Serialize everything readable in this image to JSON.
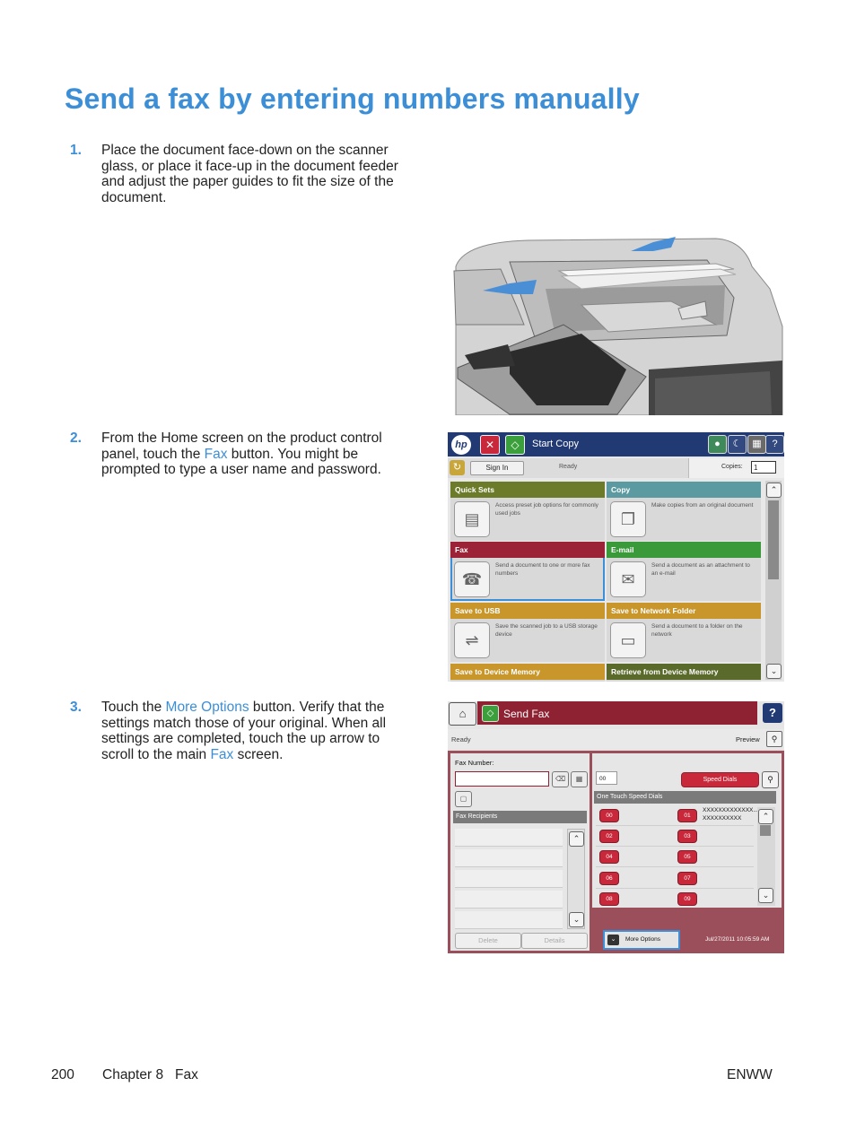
{
  "page": {
    "title": "Send a fax by entering numbers manually",
    "footer_left": "200",
    "footer_chapter": "Chapter 8   Fax",
    "footer_right": "ENWW"
  },
  "steps": [
    {
      "number": "1.",
      "text": "Place the document face-down on the scanner glass, or place it face-up in the document feeder and adjust the paper guides to fit the size of the document."
    },
    {
      "number": "2.",
      "pre": "From the Home screen on the product control panel, touch the ",
      "link": "Fax",
      "post": " button. You might be prompted to type a user name and password."
    },
    {
      "number": "3.",
      "pre": "Touch the ",
      "link": "More Options",
      "mid": " button. Verify that the settings match those of your original. When all settings are completed, touch the up arrow to scroll to the main ",
      "link2": "Fax",
      "post": " screen."
    }
  ],
  "home_screen": {
    "logo": "hp",
    "start_label": "Start Copy",
    "sign_in": "Sign In",
    "status": "Ready",
    "copies_label": "Copies:",
    "copies_value": "1",
    "tiles": [
      {
        "title": "Quick Sets",
        "desc": "Access preset job options for commonly used jobs",
        "color": "#6b7b2a",
        "icon": "quicksets-icon"
      },
      {
        "title": "Copy",
        "desc": "Make copies from an original document",
        "color": "#5a9aa0",
        "icon": "copy-icon"
      },
      {
        "title": "Fax",
        "desc": "Send a document to one or more fax numbers",
        "color": "#9c2237",
        "icon": "fax-icon"
      },
      {
        "title": "E-mail",
        "desc": "Send a document as an attachment to an e-mail",
        "color": "#3a9a3a",
        "icon": "email-icon"
      },
      {
        "title": "Save to USB",
        "desc": "Save the scanned job to a USB storage device",
        "color": "#c8962a",
        "icon": "usb-icon"
      },
      {
        "title": "Save to Network Folder",
        "desc": "Send a document to a folder on the network",
        "color": "#c8962a",
        "icon": "folder-icon"
      },
      {
        "title": "Save to Device Memory",
        "desc": "",
        "color": "#c8962a",
        "icon": ""
      },
      {
        "title": "Retrieve from Device Memory",
        "desc": "",
        "color": "#5a6a2a",
        "icon": ""
      }
    ]
  },
  "fax_screen": {
    "title": "Send Fax",
    "status": "Ready",
    "preview": "Preview",
    "fax_number_label": "Fax Number:",
    "fax_recipients": "Fax Recipients",
    "delete": "Delete",
    "details": "Details",
    "speed_dial_value": "00",
    "speed_dials_button": "Speed Dials",
    "one_touch": "One Touch Speed Dials",
    "keys": [
      "00",
      "01",
      "02",
      "03",
      "04",
      "05",
      "06",
      "07",
      "08",
      "09"
    ],
    "sample_entry_1": "XXXXXXXXXXXXX...",
    "sample_entry_2": "XXXXXXXXXX",
    "more_options": "More Options",
    "datetime": "Jul/27/2011 10:05:59 AM"
  }
}
